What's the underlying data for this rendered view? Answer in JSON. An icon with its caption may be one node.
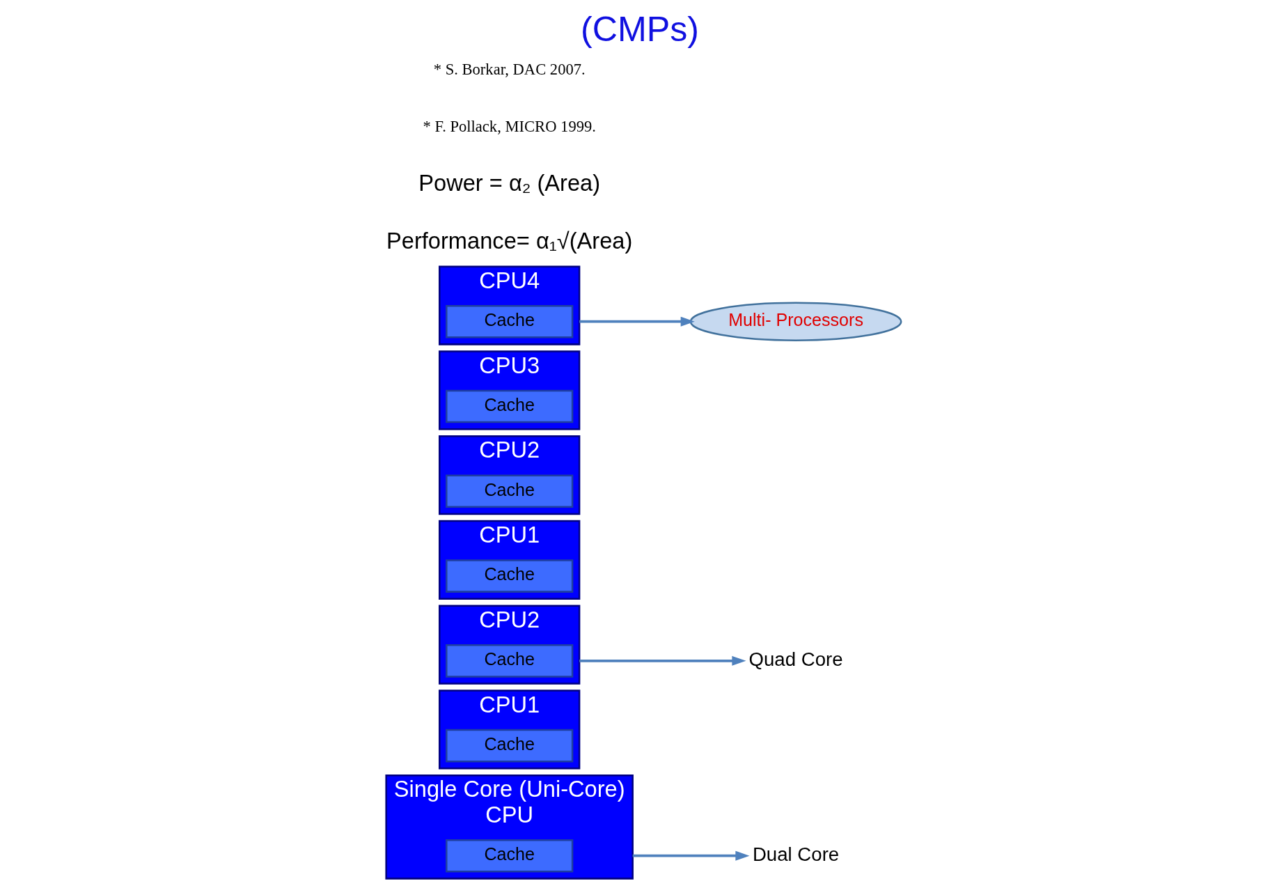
{
  "diagram": {
    "title": "(CMPs)",
    "nodes": [
      {
        "text": [
          "Single Core (Uni-Core)",
          "CPU"
        ]
      },
      {
        "text": [
          "Cache"
        ],
        "in": 0
      },
      {
        "text": [
          "Dual Core"
        ]
      },
      {
        "text": [
          "CPU1"
        ]
      },
      {
        "text": [
          "Cache"
        ],
        "in": 3
      },
      {
        "text": [
          "CPU2"
        ]
      },
      {
        "text": [
          "Cache"
        ],
        "in": 5
      },
      {
        "text": [
          "Quad Core"
        ]
      },
      {
        "text": [
          "CPU1"
        ]
      },
      {
        "text": [
          "Cache"
        ],
        "in": 8
      },
      {
        "text": [
          "CPU2"
        ]
      },
      {
        "text": [
          "Cache"
        ],
        "in": 10
      },
      {
        "text": [
          "CPU3"
        ]
      },
      {
        "text": [
          "Cache"
        ],
        "in": 12
      },
      {
        "text": [
          "CPU4"
        ]
      },
      {
        "text": [
          "Cache"
        ],
        "in": 14
      },
      {
        "text": [
          "Multi- Processors"
        ]
      }
    ],
    "edges": [
      {
        "from": 0,
        "to": 2,
        "arrow": "to"
      },
      {
        "from": 5,
        "to": 7,
        "arrow": "to"
      },
      {
        "from": 14,
        "to": 16,
        "arrow": "to"
      }
    ],
    "labels": [
      "Performance= α₁√(Area)",
      "Power = α₂ (Area)",
      "* F. Pollack, MICRO 1999.",
      "* S. Borkar, DAC 2007."
    ]
  }
}
